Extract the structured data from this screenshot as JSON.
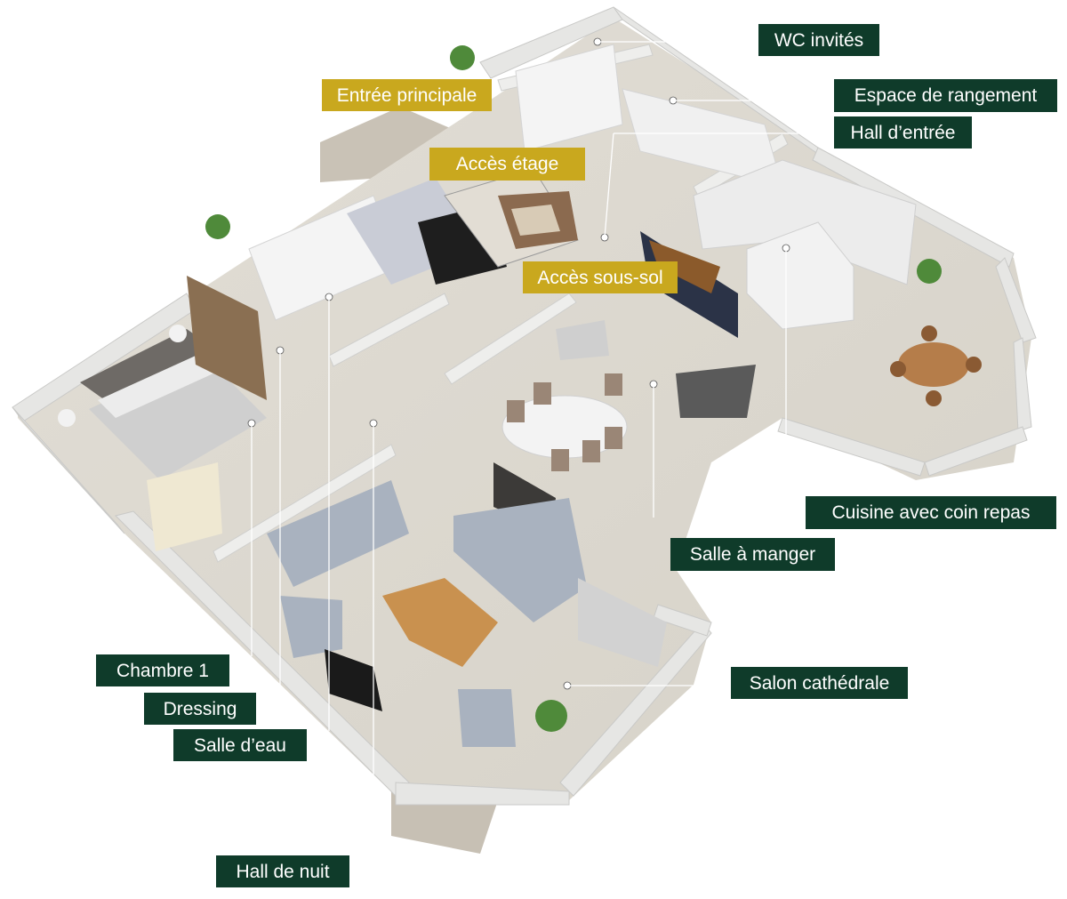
{
  "colors": {
    "label_dark": "#0f3b2a",
    "label_gold": "#c9a81e",
    "wall": "#e4e4e2",
    "floor": "#dcd8cf"
  },
  "labels": {
    "wc_invites": "WC invités",
    "espace_rangement": "Espace de rangement",
    "hall_entree": "Hall d’entrée",
    "entree_principale": "Entrée principale",
    "acces_etage": "Accès étage",
    "acces_sous_sol": "Accès sous-sol",
    "cuisine": "Cuisine avec coin repas",
    "salle_a_manger": "Salle à manger",
    "salon": "Salon cathédrale",
    "chambre_1": "Chambre 1",
    "dressing": "Dressing",
    "salle_eau": "Salle d’eau",
    "hall_nuit": "Hall de nuit"
  }
}
